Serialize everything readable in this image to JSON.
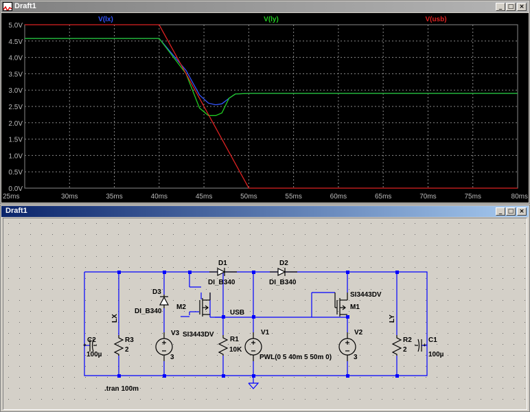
{
  "waveform_window": {
    "title": "Draft1",
    "controls": {
      "minimize": "_",
      "maximize": "□",
      "close": "×"
    },
    "trace_labels": [
      "V(lx)",
      "V(ly)",
      "V(usb)"
    ],
    "colors": {
      "lx": "#3355ff",
      "ly": "#22cc22",
      "usb": "#dd2222",
      "grid": "#8a8a8a",
      "label": "#bbbbbb"
    }
  },
  "chart_data": {
    "type": "line",
    "xlabel": "",
    "ylabel": "",
    "xlim": [
      25,
      80
    ],
    "ylim": [
      0,
      5
    ],
    "grid": true,
    "legend": "top",
    "x_ticks": [
      "25ms",
      "30ms",
      "35ms",
      "40ms",
      "45ms",
      "50ms",
      "55ms",
      "60ms",
      "65ms",
      "70ms",
      "75ms",
      "80ms"
    ],
    "y_ticks": [
      "0.0V",
      "0.5V",
      "1.0V",
      "1.5V",
      "2.0V",
      "2.5V",
      "3.0V",
      "3.5V",
      "4.0V",
      "4.5V",
      "5.0V"
    ],
    "series": [
      {
        "name": "V(lx)",
        "color": "#3355ff",
        "x": [
          25,
          40,
          43,
          44.5,
          45.5,
          46.3,
          47,
          47.8,
          48.5,
          50,
          80
        ],
        "y": [
          4.58,
          4.58,
          3.6,
          2.85,
          2.6,
          2.55,
          2.58,
          2.75,
          2.88,
          2.9,
          2.9
        ]
      },
      {
        "name": "V(ly)",
        "color": "#22cc22",
        "x": [
          25,
          40,
          43,
          44.5,
          45.5,
          46.3,
          47,
          47.8,
          48.5,
          50,
          80
        ],
        "y": [
          4.58,
          4.58,
          3.5,
          2.45,
          2.22,
          2.22,
          2.3,
          2.75,
          2.88,
          2.9,
          2.9
        ]
      },
      {
        "name": "V(usb)",
        "color": "#dd2222",
        "x": [
          25,
          40,
          50,
          80
        ],
        "y": [
          5.0,
          5.0,
          0.0,
          0.0
        ]
      }
    ]
  },
  "schematic_window": {
    "title": "Draft1",
    "controls": {
      "minimize": "_",
      "maximize": "□",
      "close": "×"
    },
    "components": {
      "D1": {
        "ref": "D1",
        "model": "DI_B340"
      },
      "D2": {
        "ref": "D2",
        "model": "DI_B340"
      },
      "D3": {
        "ref": "D3",
        "model": "DI_B340"
      },
      "M1": {
        "ref": "M1",
        "model": "SI3443DV"
      },
      "M2": {
        "ref": "M2",
        "model": "SI3443DV"
      },
      "V1": {
        "ref": "V1",
        "value": "PWL(0 5 40m 5 50m 0)"
      },
      "V2": {
        "ref": "V2",
        "value": "3"
      },
      "V3": {
        "ref": "V3",
        "value": "3"
      },
      "R1": {
        "ref": "R1",
        "value": "10K"
      },
      "R2": {
        "ref": "R2",
        "value": "2"
      },
      "R3": {
        "ref": "R3",
        "value": "2"
      },
      "C1": {
        "ref": "C1",
        "value": "100µ"
      },
      "C2": {
        "ref": "C2",
        "value": "100µ"
      }
    },
    "net_labels": {
      "lx": "LX",
      "ly": "LY",
      "usb": "USB"
    },
    "directive": ".tran 100m",
    "colors": {
      "wire": "#0000ff",
      "part": "#000000",
      "node": "#0000ff",
      "ground": "#0000ff",
      "text": "#000000"
    }
  }
}
